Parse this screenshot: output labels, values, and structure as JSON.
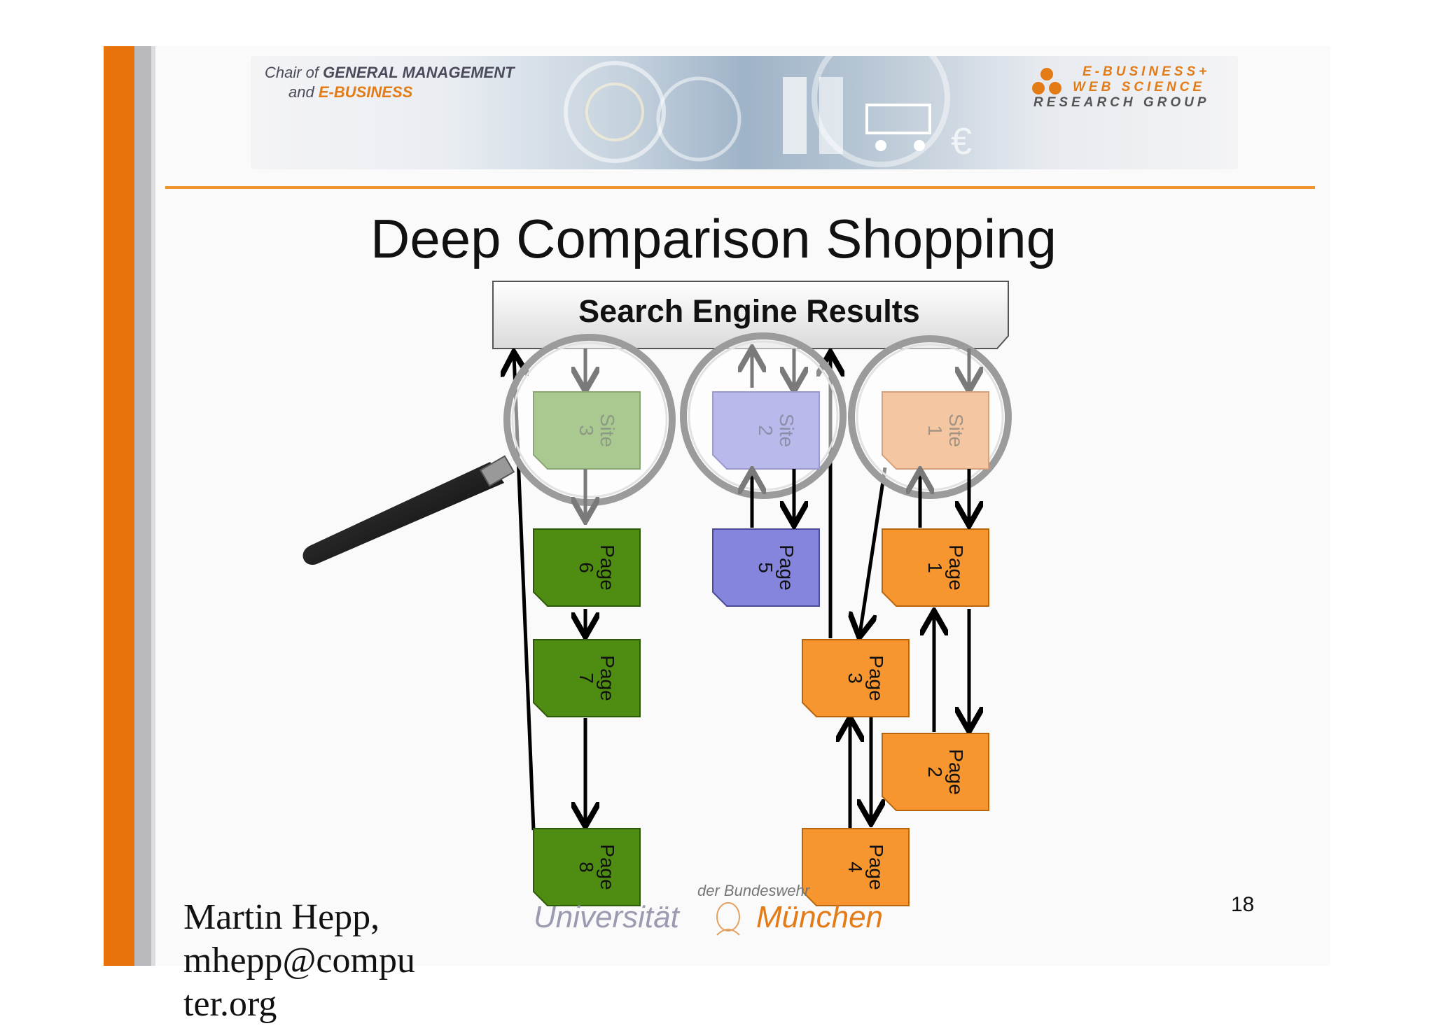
{
  "slide": {
    "title": "Deep Comparison Shopping",
    "page_number": "18",
    "author": [
      "Martin Hepp,",
      "mhepp@compu",
      "ter.org"
    ]
  },
  "header": {
    "chair_line1_prefix": "Chair of",
    "chair_line1_strong": "GENERAL MANAGEMENT",
    "chair_line2_prefix": "and",
    "chair_line2_strong": "E-BUSINESS",
    "group_line1": "E-BUSINESS+",
    "group_line2": "WEB SCIENCE",
    "group_line3": "RESEARCH GROUP"
  },
  "footer": {
    "university_prefix": "der Bundeswehr",
    "university_part1": "Universität",
    "university_part2": "München"
  },
  "diagram": {
    "search_box": "Search Engine Results",
    "sites": [
      {
        "label": "Site",
        "num": "3"
      },
      {
        "label": "Site",
        "num": "2"
      },
      {
        "label": "Site",
        "num": "1"
      }
    ],
    "pages": [
      {
        "label": "Page",
        "num": "6"
      },
      {
        "label": "Page",
        "num": "7"
      },
      {
        "label": "Page",
        "num": "8"
      },
      {
        "label": "Page",
        "num": "5"
      },
      {
        "label": "Page",
        "num": "1"
      },
      {
        "label": "Page",
        "num": "3"
      },
      {
        "label": "Page",
        "num": "2"
      },
      {
        "label": "Page",
        "num": "4"
      }
    ]
  },
  "colors": {
    "accent": "#e8730c",
    "green_page": "#4e8d12",
    "blue_page": "#8585dd",
    "orange_page": "#f7962e"
  }
}
